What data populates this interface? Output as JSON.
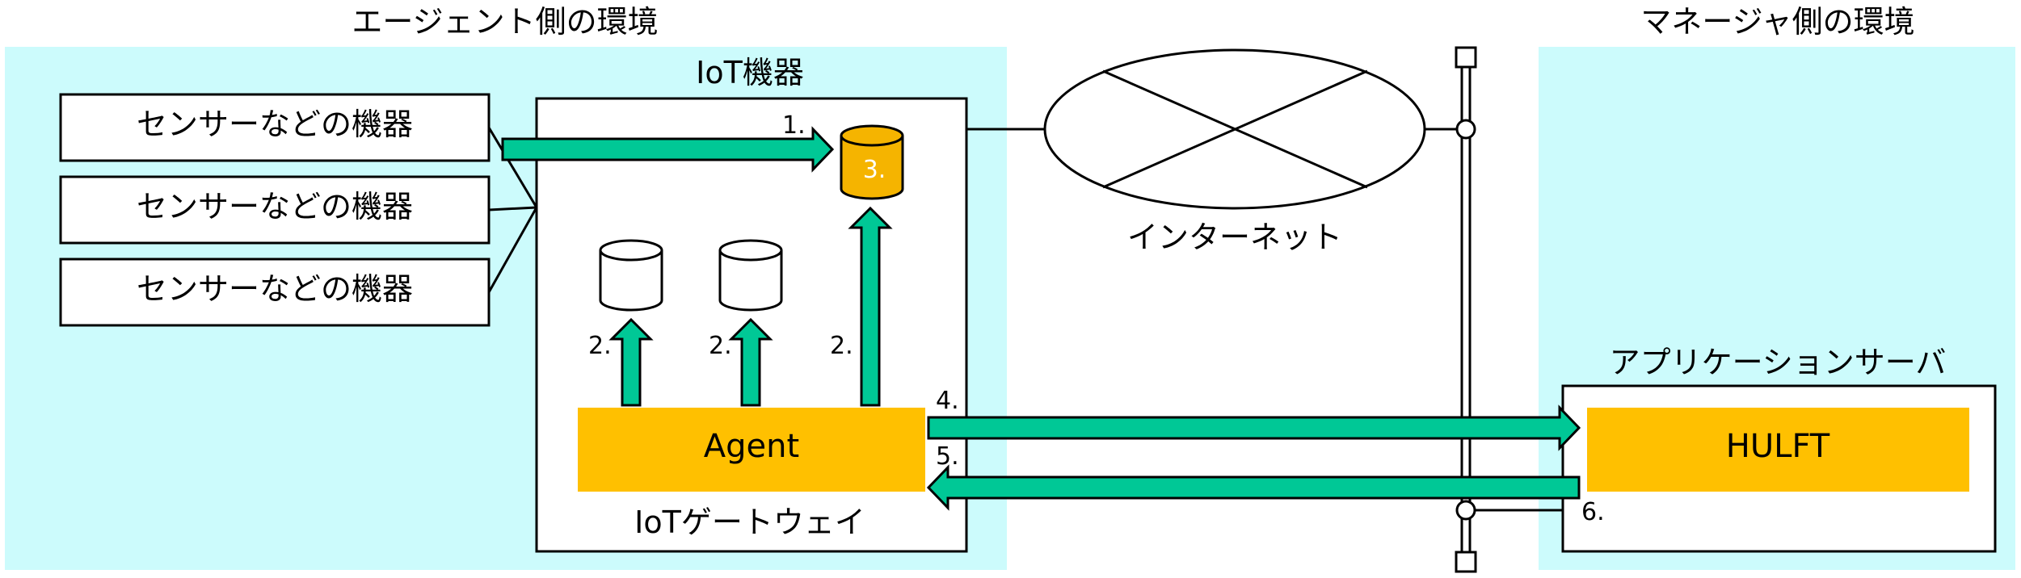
{
  "agent_env": {
    "title": "エージェント側の環境"
  },
  "manager_env": {
    "title": "マネージャ側の環境"
  },
  "sensors": [
    "センサーなどの機器",
    "センサーなどの機器",
    "センサーなどの機器"
  ],
  "iot_device": {
    "label": "IoT機器"
  },
  "gateway": {
    "label": "IoTゲートウェイ",
    "agent_label": "Agent"
  },
  "storage": {
    "main_label": "3."
  },
  "internet": {
    "label": "インターネット"
  },
  "app_server": {
    "label": "アプリケーションサーバ",
    "hulft_label": "HULFT"
  },
  "steps": {
    "s1": "1.",
    "s2a": "2.",
    "s2b": "2.",
    "s2c": "2.",
    "s4": "4.",
    "s5": "5.",
    "s6": "6."
  },
  "colors": {
    "env_bg": "#ccfbfc",
    "arrow_fill": "#00c896",
    "agent_fill": "#ffc000",
    "db_highlight": "#f5b400",
    "stroke": "#000000"
  }
}
